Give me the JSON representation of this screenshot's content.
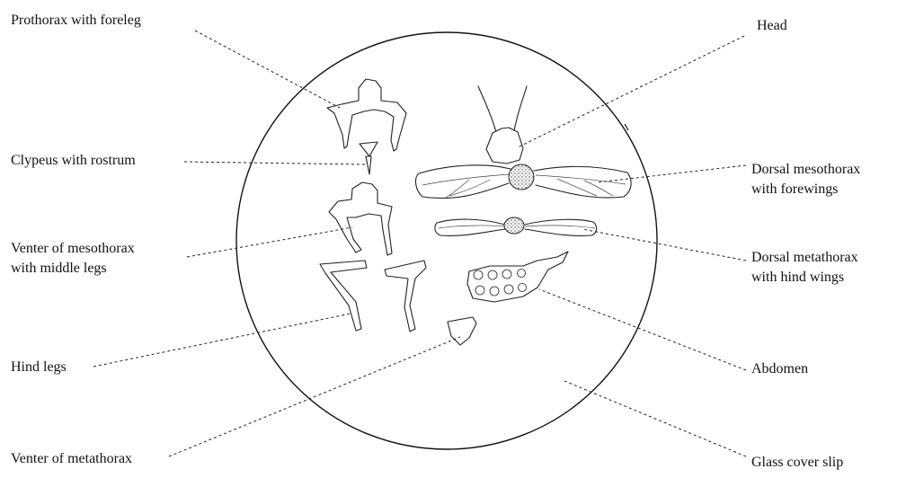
{
  "labels": {
    "prothorax": "Prothorax with foreleg",
    "clypeus": "Clypeus with rostrum",
    "mesothorax_venter_1": "Venter of mesothorax",
    "mesothorax_venter_2": "with middle legs",
    "hind_legs": "Hind legs",
    "metathorax_venter": "Venter of metathorax",
    "head": "Head",
    "dorsal_meso_1": "Dorsal mesothorax",
    "dorsal_meso_2": "with forewings",
    "dorsal_meta_1": "Dorsal metathorax",
    "dorsal_meta_2": "with hind wings",
    "abdomen": "Abdomen",
    "cover_slip": "Glass cover slip"
  },
  "colors": {
    "ink": "#222222",
    "background": "#ffffff"
  }
}
